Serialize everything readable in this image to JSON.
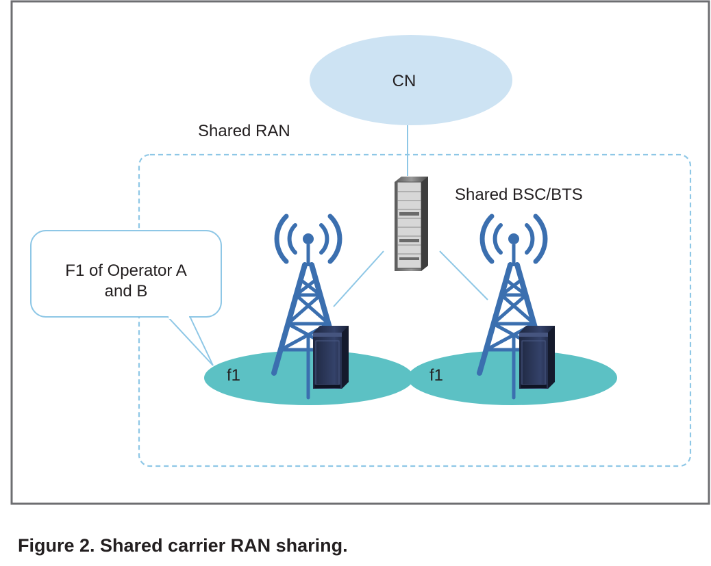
{
  "diagram": {
    "core_network_label": "CN",
    "shared_ran_label": "Shared RAN",
    "shared_bsc_bts_label": "Shared BSC/BTS",
    "callout_text_line1": "F1 of Operator A",
    "callout_text_line2": "and B",
    "cell_left_label": "f1",
    "cell_right_label": "f1"
  },
  "caption": "Figure 2. Shared carrier RAN sharing.",
  "colors": {
    "cloud_fill": "#cde3f3",
    "cell_fill": "#5cc1c4",
    "dashed_border": "#8ec7e6",
    "link_line": "#8ec7e6",
    "tower_blue": "#3b6faf",
    "cabinet_dark": "#2b3656",
    "frame_border": "#6d6e71"
  }
}
